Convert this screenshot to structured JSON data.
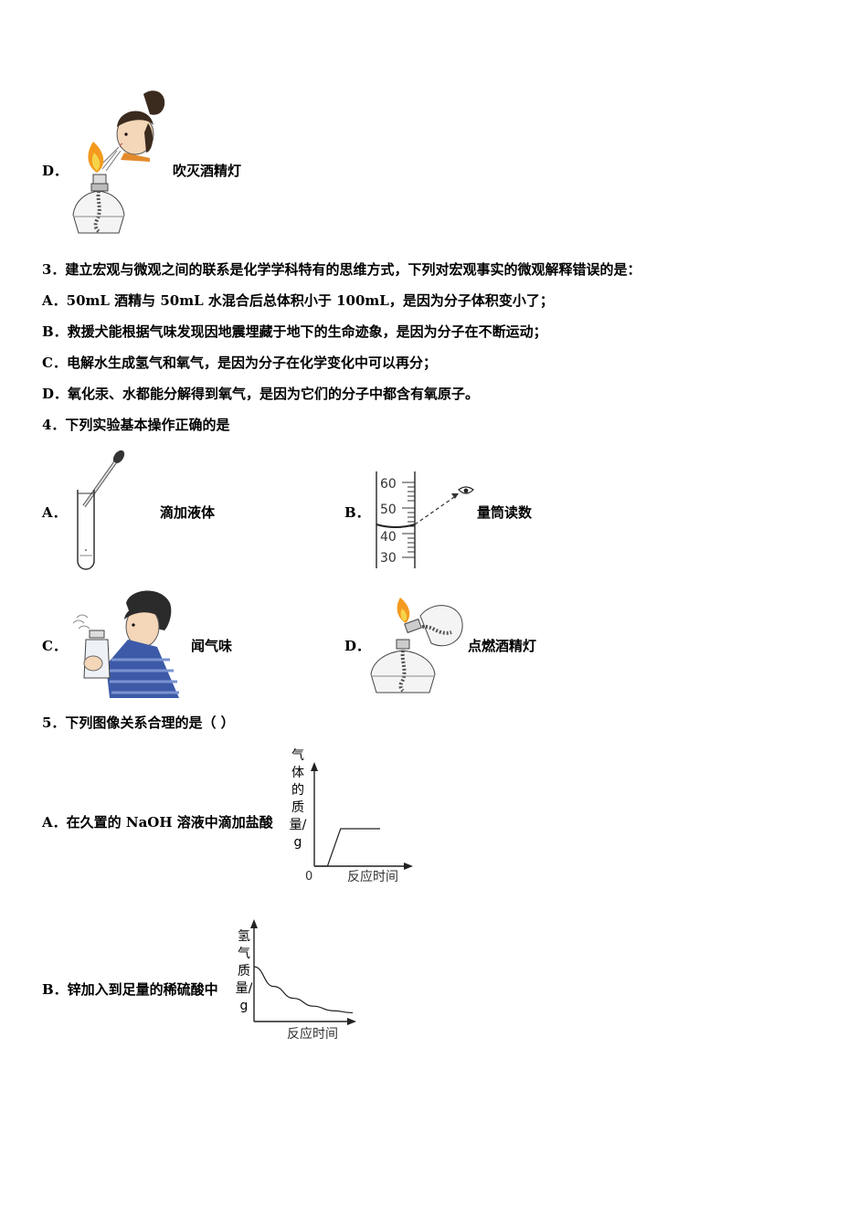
{
  "q2d": {
    "label": "D．",
    "caption": "吹灭酒精灯"
  },
  "q3": {
    "stem": "3．建立宏观与微观之间的联系是化学学科特有的思维方式，下列对宏观事实的微观解释错误的是：",
    "options": [
      "A．50mL 酒精与 50mL 水混合后总体积小于 100mL，是因为分子体积变小了；",
      "B．救援犬能根据气味发现因地震埋藏于地下的生命迹象，是因为分子在不断运动；",
      "C．电解水生成氢气和氧气，是因为分子在化学变化中可以再分；",
      "D．氧化汞、水都能分解得到氧气，是因为它们的分子中都含有氧原子。"
    ]
  },
  "q4": {
    "stem": "4．下列实验基本操作正确的是",
    "a": {
      "label": "A．",
      "caption": "滴加液体"
    },
    "b": {
      "label": "B．",
      "caption": "量筒读数",
      "ticks": [
        "60",
        "50",
        "40",
        "30"
      ]
    },
    "c": {
      "label": "C．",
      "caption": "闻气味"
    },
    "d": {
      "label": "D．",
      "caption": "点燃酒精灯"
    }
  },
  "q5": {
    "stem": "5．下列图像关系合理的是（ ）",
    "a": {
      "text": "A．在久置的 NaOH 溶液中滴加盐酸"
    },
    "b": {
      "text": "B．锌加入到足量的稀硫酸中"
    }
  },
  "chart_data": [
    {
      "type": "line",
      "ylabel": "气体的质量/g",
      "xlabel": "反应时间",
      "origin_label": "0",
      "x": [
        0,
        1,
        2,
        5
      ],
      "y": [
        0,
        0,
        1,
        1
      ]
    },
    {
      "type": "line",
      "ylabel": "氢气质量/g",
      "xlabel": "反应时间",
      "x": [
        0,
        1,
        2,
        3,
        4,
        5
      ],
      "y": [
        1.0,
        0.7,
        0.52,
        0.4,
        0.33,
        0.3
      ]
    }
  ]
}
